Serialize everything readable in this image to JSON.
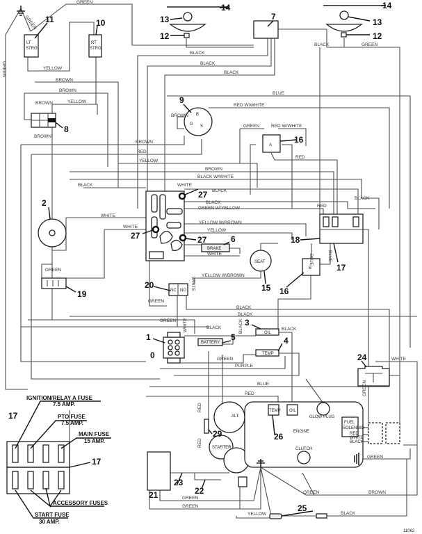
{
  "figure_id": "11062",
  "callouts": [
    "14",
    "13",
    "12",
    "7",
    "14",
    "13",
    "12",
    "11",
    "10",
    "8",
    "9",
    "16",
    "2",
    "27",
    "27",
    "27",
    "6",
    "18",
    "17",
    "15",
    "16",
    "20",
    "19",
    "3",
    "5",
    "4",
    "1",
    "24",
    "29",
    "26",
    "17",
    "17",
    "21",
    "22",
    "23",
    "25",
    "0"
  ],
  "components": {
    "lt_steering": [
      "LT",
      "STRG"
    ],
    "rt_steering": [
      "RT",
      "STRG"
    ],
    "seat": "SEAT",
    "brake": "BRAKE",
    "battery": "BATTERY",
    "oil_light": "OIL",
    "temp_light": "TEMP",
    "relay_a": "A",
    "relay_b": "B",
    "switch_nc": "NC",
    "switch_no": "NO",
    "alternator": "ALT.",
    "starter": "STARTER",
    "engine": "ENGINE",
    "engine_temp": "TEMP",
    "engine_oil": "OIL",
    "glow_plug": "GLOW PLUG",
    "fuel_solenoid": [
      "FUEL",
      "SOLENOID"
    ],
    "clutch": "CLUTCH",
    "fuel_wires": [
      "RED",
      "WHITE",
      "BLACK"
    ]
  },
  "fuse_block": {
    "ignition_fuse": "IGNITION/RELAY A FUSE",
    "ignition_amp": "7.5 AMP.",
    "pto_fuse": "PTO FUSE",
    "pto_amp": "7.5 AMP.",
    "main_fuse": "MAIN FUSE",
    "main_amp": "15 AMP.",
    "accessory": "ACCESSORY FUSES",
    "start_fuse": "START FUSE",
    "start_amp": "30 AMP."
  },
  "wire_labels": [
    "GREEN",
    "GREEN",
    "GREEN",
    "YELLOW",
    "BLACK",
    "BLACK",
    "BLACK",
    "BLACK",
    "GREEN",
    "BROWN",
    "BROWN",
    "YELLOW",
    "BROWN",
    "BROWN",
    "BROWN",
    "BLUE",
    "RED W/WHITE",
    "BROWN",
    "RED",
    "YELLOW",
    "GREEN",
    "RED W/WHITE",
    "RED",
    "BROWN",
    "BLACK W/WHITE",
    "WHITE",
    "BLACK",
    "BLACK",
    "BLACK",
    "BLACK",
    "GREEN W/YELLOW",
    "RED",
    "WHITE",
    "WHITE",
    "YELLOW W/BROWN",
    "YELLOW",
    "WHITE",
    "YELLOW W/BROWN",
    "GREEN",
    "GREEN",
    "GREEN",
    "BLACK",
    "BLACK",
    "BLACK",
    "GREEN",
    "PURPLE",
    "BLUE",
    "RED",
    "WHITE",
    "BLACK",
    "GREEN",
    "BLUE",
    "BLUE",
    "WHITE",
    "RED",
    "RED",
    "BROWN",
    "GREEN",
    "YELLOW",
    "BLACK",
    "GREEN",
    "GREEN",
    "GREEN",
    "BLACK",
    "WHITE"
  ]
}
